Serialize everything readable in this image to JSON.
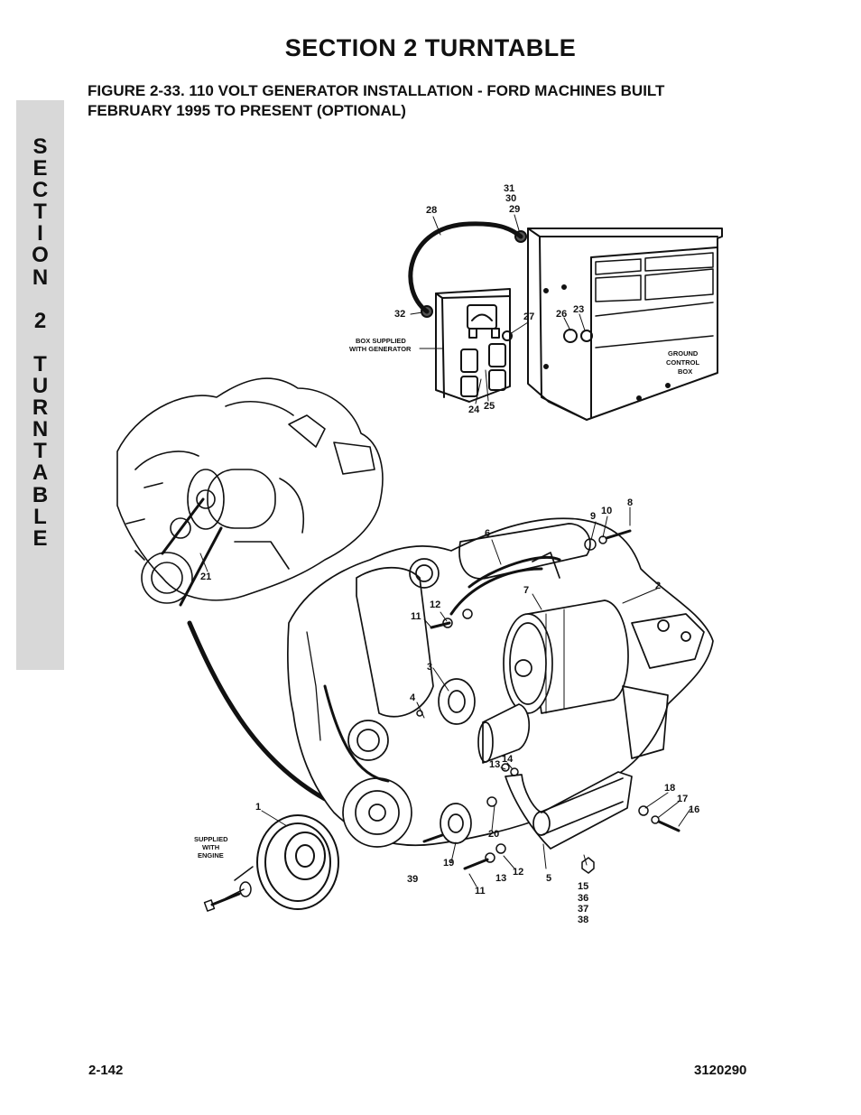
{
  "header": {
    "section_title": "SECTION 2  TURNTABLE",
    "figure_line1": "FIGURE 2-33.  110 VOLT GENERATOR INSTALLATION - FORD MACHINES BUILT",
    "figure_line2": "FEBRUARY 1995 TO PRESENT (OPTIONAL)"
  },
  "side_tab": {
    "letters": [
      "S",
      "E",
      "C",
      "T",
      "I",
      "O",
      "N",
      "",
      "2",
      "",
      "T",
      "U",
      "R",
      "N",
      "T",
      "A",
      "B",
      "L",
      "E"
    ]
  },
  "callouts": {
    "c1": "1",
    "c2": "2",
    "c3": "3",
    "c4": "4",
    "c5": "5",
    "c6": "6",
    "c7": "7",
    "c8": "8",
    "c9": "9",
    "c10": "10",
    "c11a": "11",
    "c11b": "11",
    "c12a": "12",
    "c12b": "12",
    "c13a": "13",
    "c13b": "13",
    "c14": "14",
    "c15": "15",
    "c16": "16",
    "c17": "17",
    "c18": "18",
    "c19": "19",
    "c20": "20",
    "c21": "21",
    "c23": "23",
    "c24": "24",
    "c25": "25",
    "c26": "26",
    "c27": "27",
    "c28": "28",
    "c29": "29",
    "c30": "30",
    "c31": "31",
    "c32": "32",
    "c36": "36",
    "c37": "37",
    "c38": "38",
    "c39": "39"
  },
  "labels": {
    "box_supplied_1": "BOX SUPPLIED",
    "box_supplied_2": "WITH GENERATOR",
    "ground_1": "GROUND",
    "ground_2": "CONTROL",
    "ground_3": "BOX",
    "supplied_1": "SUPPLIED",
    "supplied_2": "WITH",
    "supplied_3": "ENGINE"
  },
  "footer": {
    "page_number": "2-142",
    "doc_number": "3120290"
  }
}
